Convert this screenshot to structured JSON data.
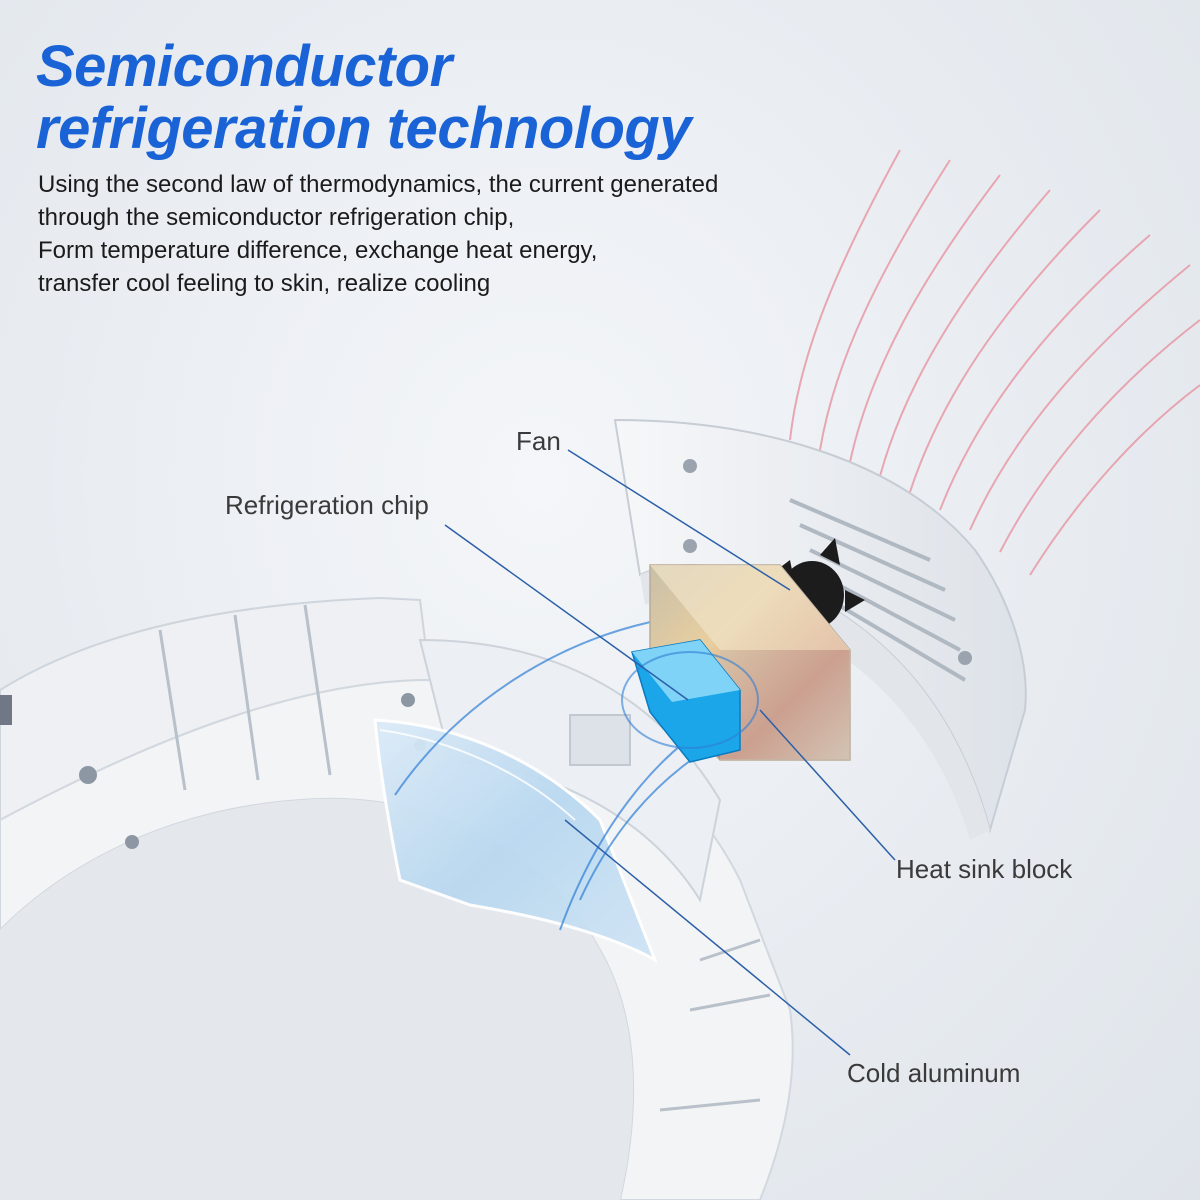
{
  "headline": {
    "line1": "Semiconductor",
    "line2": "refrigeration technology"
  },
  "description": {
    "lines": [
      "Using the second law of thermodynamics, the current generated",
      "through the semiconductor refrigeration chip,",
      "Form temperature difference, exchange heat energy,",
      "transfer cool feeling to skin, realize cooling"
    ]
  },
  "callouts": {
    "fan": "Fan",
    "refrigeration_chip": "Refrigeration chip",
    "heat_sink_block": "Heat sink block",
    "cold_aluminum": "Cold aluminum"
  },
  "colors": {
    "headline": "#1a63d6",
    "leader_line": "#2b5fa8",
    "chip": "#1aa6e8",
    "airflow": "#e79aa6"
  }
}
